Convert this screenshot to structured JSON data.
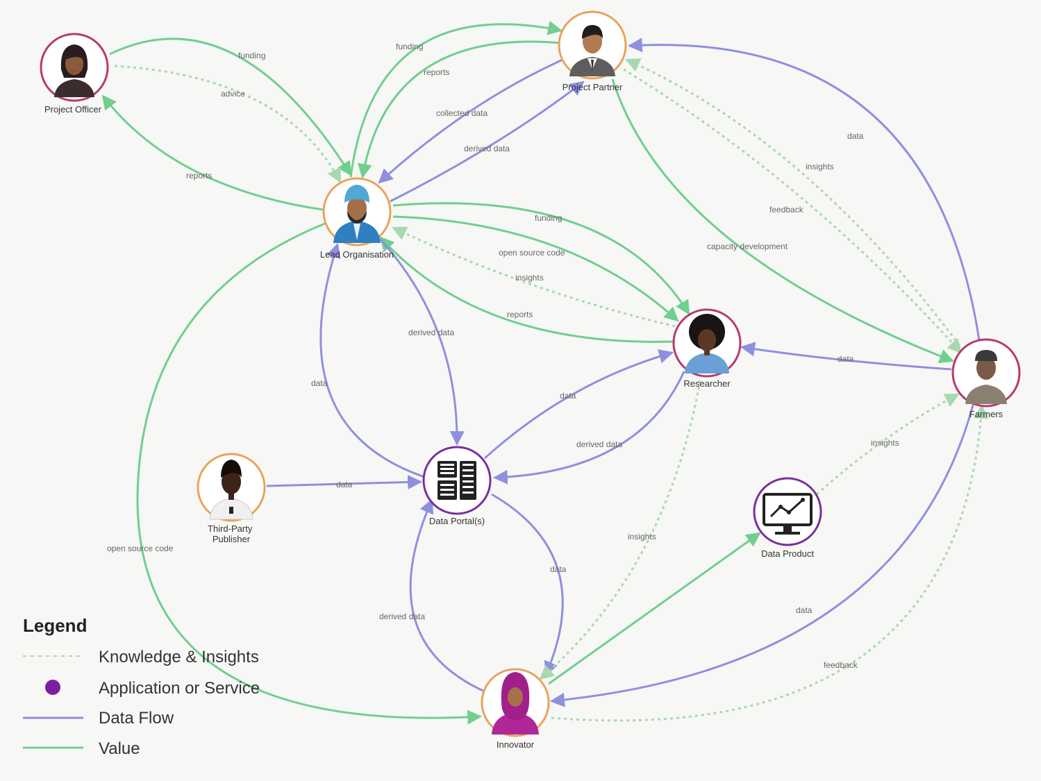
{
  "colors": {
    "value": "#6fcf8f",
    "data_flow": "#8f8fe0",
    "knowledge": "#a8d8b0",
    "orange_ring": "#e8a45a",
    "magenta_ring": "#b8396e",
    "purple_ring": "#7a2f9c",
    "service_dot": "#7a1fa2",
    "background": "#f7f7f5"
  },
  "nodes": {
    "project_officer": {
      "label": "Project Officer",
      "icon": "person-woman-icon",
      "ring": "magenta"
    },
    "project_partner": {
      "label": "Project Partner",
      "icon": "person-man-suit-icon",
      "ring": "orange"
    },
    "lead_organisation": {
      "label": "Lead Organisation",
      "icon": "person-turban-icon",
      "ring": "orange"
    },
    "researcher": {
      "label": "Researcher",
      "icon": "person-afro-icon",
      "ring": "magenta"
    },
    "farmers": {
      "label": "Farmers",
      "icon": "person-farmer-icon",
      "ring": "magenta"
    },
    "third_party_publisher_line1": "Third-Party",
    "third_party_publisher_line2": "Publisher",
    "data_portal": {
      "label": "Data Portal(s)",
      "icon": "server-icon",
      "ring": "purple"
    },
    "data_product": {
      "label": "Data Product",
      "icon": "monitor-chart-icon",
      "ring": "purple"
    },
    "innovator": {
      "label": "Innovator",
      "icon": "person-hijab-icon",
      "ring": "orange"
    }
  },
  "edge_labels": {
    "po_lo_funding": "funding",
    "po_lo_advice": "advice",
    "lo_po_reports": "reports",
    "lo_pp_funding": "funding",
    "pp_lo_reports": "reports",
    "pp_lo_collected": "collected data",
    "lo_pp_derived": "derived data",
    "lo_r_funding": "funding",
    "lo_r_osc": "open source code",
    "r_lo_insights": "insights",
    "r_lo_reports": "reports",
    "lo_dp_derived": "derived data",
    "dp_lo_data": "data",
    "dp_r_data": "data",
    "r_dp_derived": "derived data",
    "tpp_dp_data": "data",
    "lo_inn_osc": "open source code",
    "dp_inn_data": "data",
    "inn_dp_derived": "derived data",
    "r_inn_insights": "insights",
    "f_pp_data": "data",
    "f_pp_insights": "insights",
    "pp_f_feedback": "feedback",
    "pp_f_capacity": "capacity development",
    "f_r_data": "data",
    "dprod_f_insights": "insights",
    "f_inn_data": "data",
    "inn_f_feedback": "feedback"
  },
  "legend": {
    "title": "Legend",
    "items": [
      {
        "label": "Knowledge & Insights",
        "style": "dashed"
      },
      {
        "label": "Application or Service",
        "style": "dot"
      },
      {
        "label": "Data Flow",
        "style": "data"
      },
      {
        "label": "Value",
        "style": "value"
      }
    ]
  }
}
